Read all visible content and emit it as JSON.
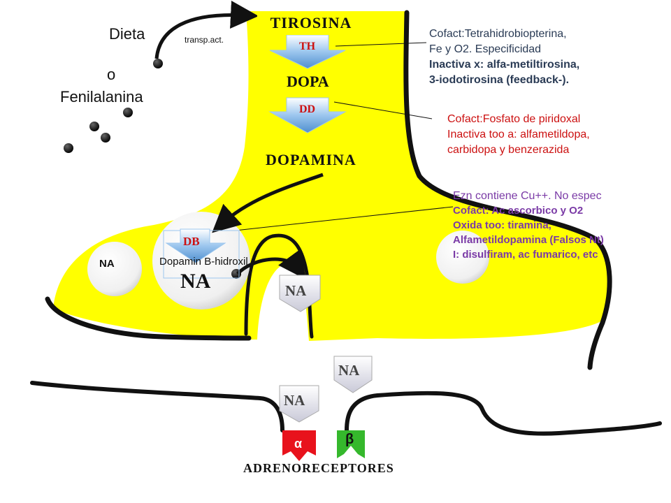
{
  "labels": {
    "dieta": "Dieta",
    "o": "o",
    "fenilalanina": "Fenilalanina",
    "transp": "transp.act.",
    "tirosina": "TIROSINA",
    "th": "TH",
    "dopa": "DOPA",
    "dd": "DD",
    "dopamina": "DOPAMINA",
    "db": "DB",
    "dopamin_b": "Dopamin B-hidroxil",
    "na_big": "NA",
    "na_small": "NA",
    "na_cleft1": "NA",
    "na_cleft2": "NA",
    "na_cleft3": "NA",
    "alpha": "α",
    "beta": "β",
    "adrenoreceptores": "ADRENORECEPTORES"
  },
  "notes": {
    "th_lines": [
      "Cofact:Tetrahidrobiopterina,",
      "Fe y O2. Especificidad",
      "Inactiva x: alfa-metiltirosina,",
      "3-iodotirosina (feedback-)."
    ],
    "dd_lines": [
      "Cofact:Fosfato de piridoxal",
      "Inactiva too a: alfametildopa,",
      "carbidopa y benzerazida"
    ],
    "db_lines": [
      "Ezn contiene Cu++. No espec",
      "Cofact: Ac ascorbico y O2",
      "Oxida too: tiramina,",
      "Alfametildopamina (Falsos Nt)",
      "I: disulfiram, ac fumarico, etc"
    ]
  },
  "colors": {
    "terminal": "#ffff00",
    "outline": "#111111",
    "arrow_blue": "#7fb5e6",
    "vesicle": "#f4f4f4",
    "alpha_receptor": "#e8121c",
    "beta_receptor": "#35b82c",
    "red_text": "#cc1111",
    "purple_text": "#7a3aa6"
  }
}
